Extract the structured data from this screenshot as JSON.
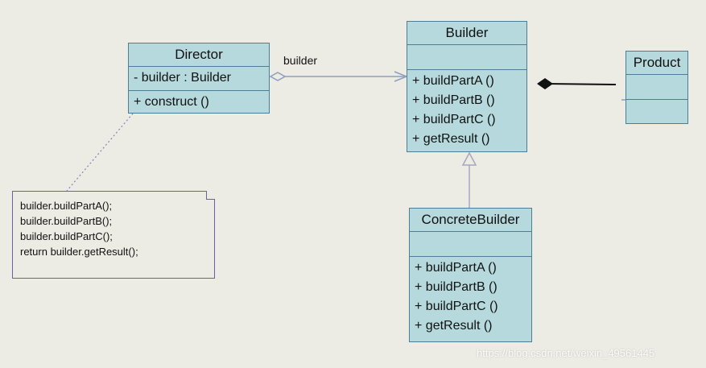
{
  "director": {
    "name": "Director",
    "attributes": [
      "- builder : Builder"
    ],
    "operations": [
      "+ construct ()"
    ]
  },
  "builder": {
    "name": "Builder",
    "operations": [
      "+ buildPartA ()",
      "+ buildPartB ()",
      "+ buildPartC ()",
      "+ getResult ()"
    ]
  },
  "product": {
    "name": "Product"
  },
  "concrete_builder": {
    "name": "ConcreteBuilder",
    "operations": [
      "+ buildPartA ()",
      "+ buildPartB ()",
      "+ buildPartC ()",
      "+ getResult ()"
    ]
  },
  "association": {
    "label": "builder"
  },
  "note": {
    "lines": [
      "builder.buildPartA();",
      "builder.buildPartB();",
      "builder.buildPartC();",
      "return builder.getResult();"
    ]
  },
  "watermark": "https://blog.csdn.net/weixin_49561445",
  "colors": {
    "class_fill": "#b5d9dc",
    "class_border": "#4a7f97",
    "note_border": "#6a5fa8",
    "background": "#ecebe4"
  }
}
